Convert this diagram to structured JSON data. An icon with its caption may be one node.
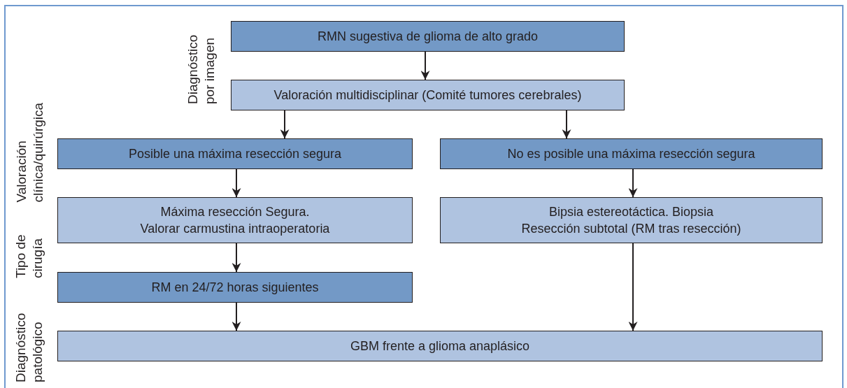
{
  "diagram": {
    "nodes": [
      {
        "text": [
          "RMN sugestiva de glioma de alto grado"
        ]
      },
      {
        "text": [
          "Valoración multidisciplinar (Comité tumores cerebrales)"
        ]
      },
      {
        "text": [
          "Posible una máxima resección segura"
        ]
      },
      {
        "text": [
          "No es posible una máxima resección segura"
        ]
      },
      {
        "text": [
          "Máxima resección Segura. Valorar carmustina intraoperatoria"
        ]
      },
      {
        "text": [
          "Bipsia estereotáctica. Biopsia Resección subtotal (RM tras resección)"
        ]
      },
      {
        "text": [
          "RM en 24/72 horas siguientes"
        ]
      },
      {
        "text": [
          "GBM frente a glioma anaplásico"
        ]
      }
    ],
    "edges": [
      {
        "from": 0,
        "to": 1,
        "arrow": "to"
      },
      {
        "from": 1,
        "to": 2,
        "arrow": "to"
      },
      {
        "from": 1,
        "to": 3,
        "arrow": "to"
      },
      {
        "from": 2,
        "to": 4,
        "arrow": "to"
      },
      {
        "from": 3,
        "to": 5,
        "arrow": "to"
      },
      {
        "from": 4,
        "to": 6,
        "arrow": "to"
      },
      {
        "from": 6,
        "to": 7,
        "arrow": "to"
      },
      {
        "from": 5,
        "to": 7,
        "arrow": "to"
      }
    ],
    "labels": [
      "Diagnóstico por imagen",
      "Valoración clínica/quirúrgica",
      "Tipo de cirugía",
      "Diagnóstico patológico"
    ]
  }
}
